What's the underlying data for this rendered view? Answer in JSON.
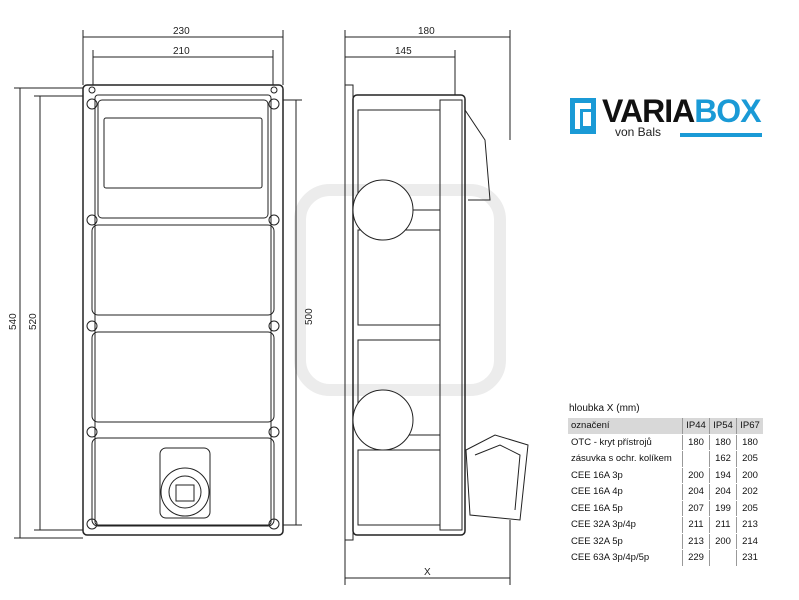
{
  "dimensions": {
    "front_width": "230",
    "front_inner_width": "210",
    "height_total": "540",
    "height_520": "520",
    "height_500": "500",
    "side_depth": "180",
    "side_145": "145",
    "depth_x": "X"
  },
  "logo": {
    "brand_a": "VARIA",
    "brand_b": "BOX",
    "tagline": "von Bals",
    "accent": "#1a9ad6"
  },
  "table": {
    "title": "hloubka X (mm)",
    "headers": [
      "označení",
      "IP44",
      "IP54",
      "IP67"
    ],
    "rows": [
      [
        "OTC - kryt přístrojů",
        "180",
        "180",
        "180"
      ],
      [
        "zásuvka s ochr. kolíkem",
        "",
        "162",
        "205"
      ],
      [
        "CEE 16A 3p",
        "200",
        "194",
        "200"
      ],
      [
        "CEE 16A 4p",
        "204",
        "204",
        "202"
      ],
      [
        "CEE 16A 5p",
        "207",
        "199",
        "205"
      ],
      [
        "CEE 32A 3p/4p",
        "211",
        "211",
        "213"
      ],
      [
        "CEE 32A 5p",
        "213",
        "200",
        "214"
      ],
      [
        "CEE 63A 3p/4p/5p",
        "229",
        "",
        "231"
      ]
    ]
  }
}
